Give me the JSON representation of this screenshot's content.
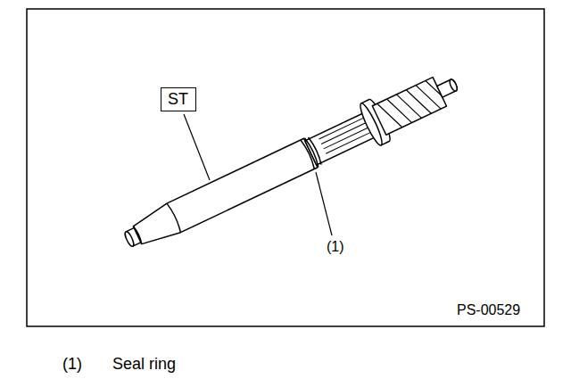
{
  "diagram": {
    "nodes": [
      {
        "text": [
          "ST"
        ]
      }
    ],
    "labels": [
      "(1)",
      "PS-00529",
      "(1)",
      "Seal ring"
    ]
  }
}
